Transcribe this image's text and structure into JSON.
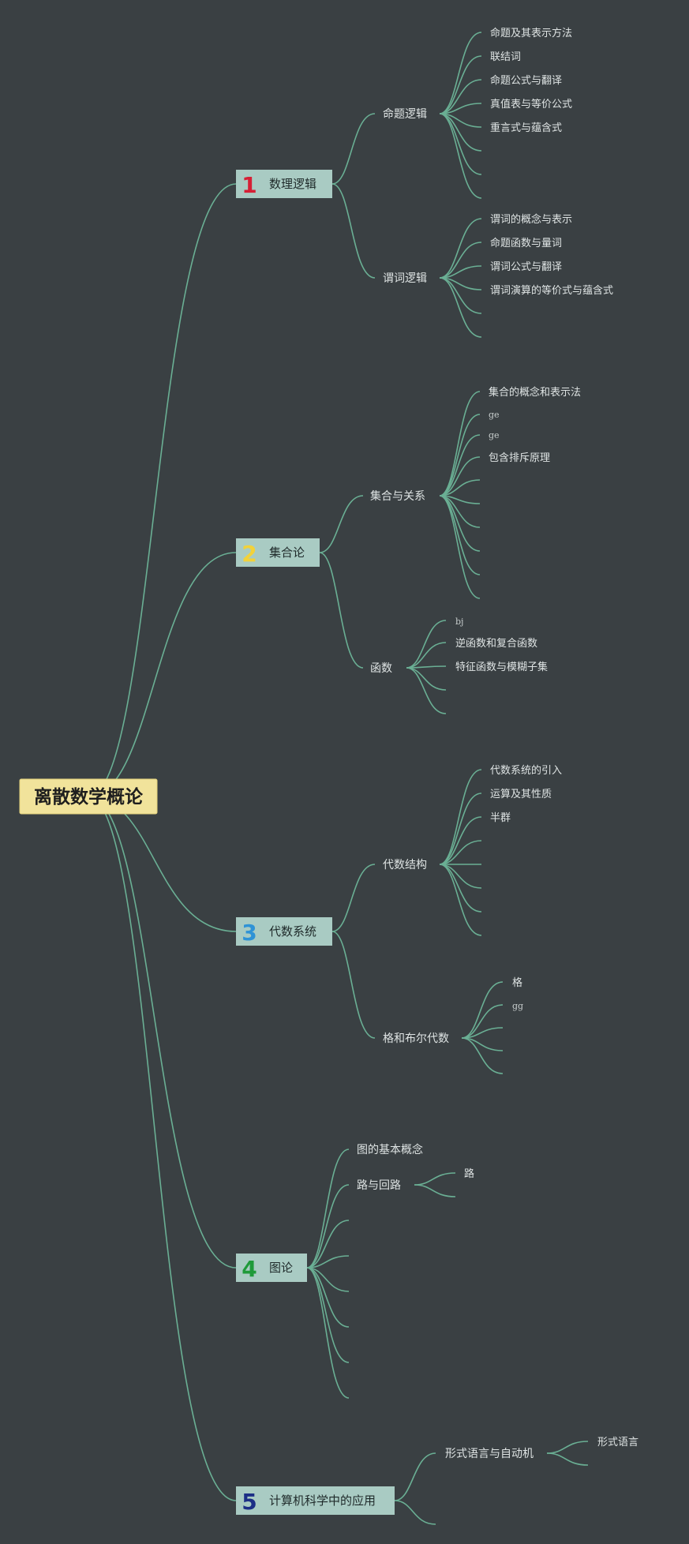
{
  "root": {
    "label": "离散数学概论",
    "color": "#f1e39b"
  },
  "branches": [
    {
      "num": "1",
      "num_color": "#d61f35",
      "label": "数理逻辑",
      "children": [
        {
          "label": "命题逻辑",
          "leaves": [
            "命题及其表示方法",
            "联结词",
            "命题公式与翻译",
            "真值表与等价公式",
            "重言式与蕴含式",
            "",
            "",
            ""
          ]
        },
        {
          "label": "谓词逻辑",
          "leaves": [
            "谓词的概念与表示",
            "命题函数与量词",
            "谓词公式与翻译",
            "谓词演算的等价式与蕴含式",
            "",
            ""
          ]
        }
      ]
    },
    {
      "num": "2",
      "num_color": "#f2d23a",
      "label": "集合论",
      "children": [
        {
          "label": "集合与关系",
          "leaves": [
            "集合的概念和表示法",
            "ge",
            "ge",
            "包含排斥原理",
            "",
            "",
            "",
            "",
            "",
            ""
          ]
        },
        {
          "label": "函数",
          "leaves": [
            "bj",
            "逆函数和复合函数",
            "特征函数与模糊子集",
            "",
            ""
          ]
        }
      ]
    },
    {
      "num": "3",
      "num_color": "#2f93d6",
      "label": "代数系统",
      "children": [
        {
          "label": "代数结构",
          "leaves": [
            "代数系统的引入",
            "运算及其性质",
            "半群",
            "",
            "",
            "",
            "",
            ""
          ]
        },
        {
          "label": "格和布尔代数",
          "leaves": [
            "格",
            "gg",
            "",
            "",
            ""
          ]
        }
      ]
    },
    {
      "num": "4",
      "num_color": "#1f9a3a",
      "label": "图论",
      "children": [
        {
          "label": "图的基本概念",
          "leaves": []
        },
        {
          "label": "路与回路",
          "leaves": [
            "路",
            ""
          ]
        },
        {
          "label": "",
          "leaves": []
        },
        {
          "label": "",
          "leaves": []
        },
        {
          "label": "",
          "leaves": []
        },
        {
          "label": "",
          "leaves": []
        },
        {
          "label": "",
          "leaves": []
        },
        {
          "label": "",
          "leaves": []
        }
      ]
    },
    {
      "num": "5",
      "num_color": "#1c2f86",
      "label": "计算机科学中的应用",
      "children": [
        {
          "label": "形式语言与自动机",
          "leaves": [
            "形式语言",
            ""
          ]
        },
        {
          "label": "",
          "leaves": []
        }
      ]
    }
  ]
}
